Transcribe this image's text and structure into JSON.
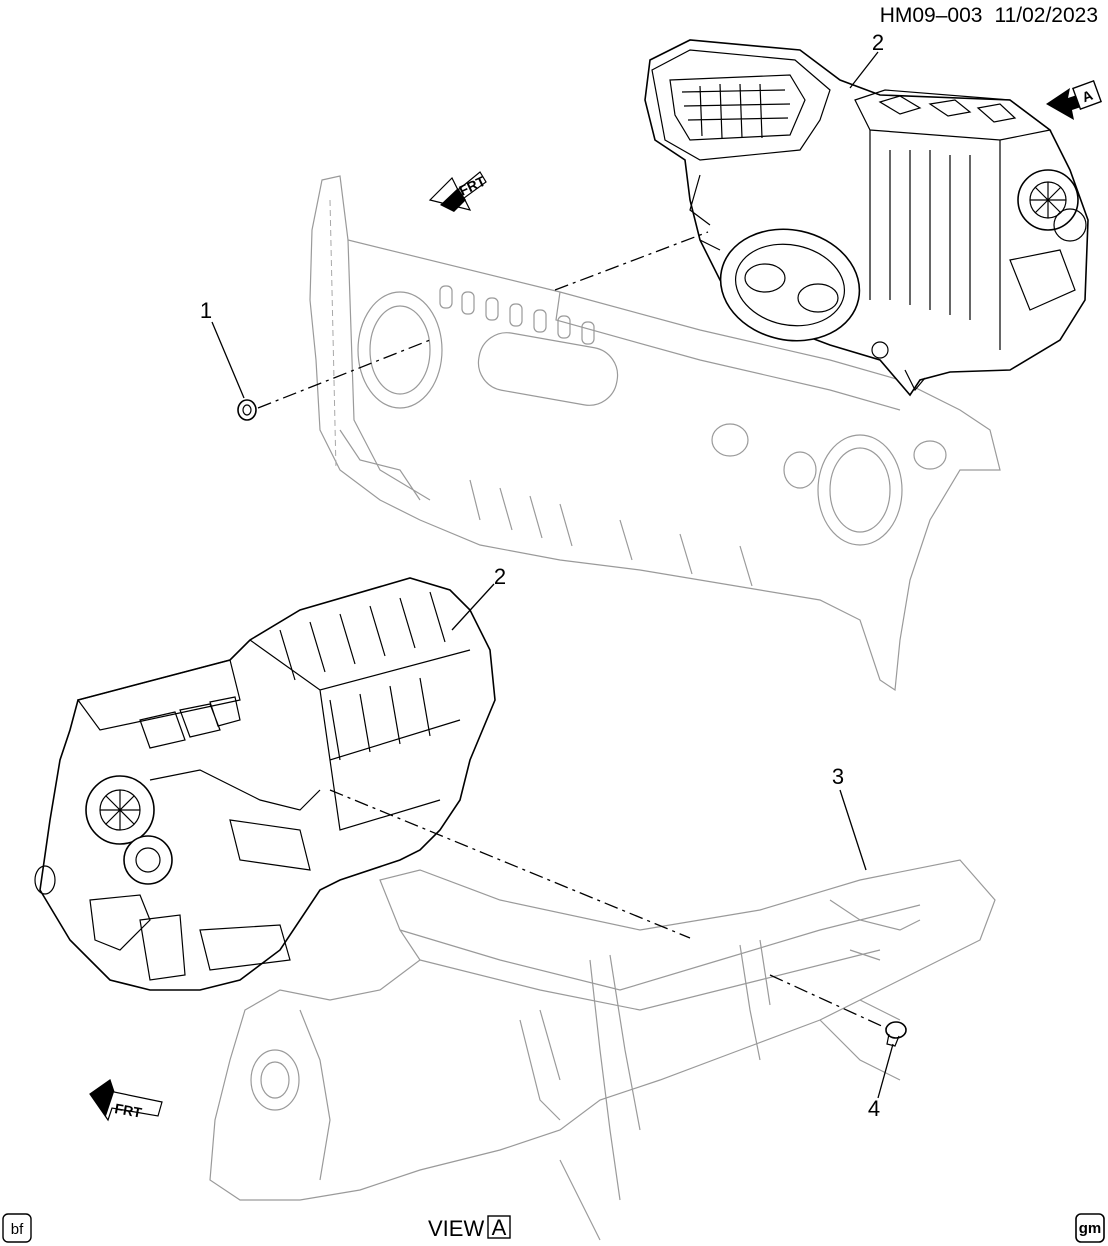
{
  "header": {
    "code": "HM09–003",
    "date": "11/02/2023"
  },
  "callouts": [
    {
      "id": "c1",
      "label": "1"
    },
    {
      "id": "c2a",
      "label": "2"
    },
    {
      "id": "c2b",
      "label": "2"
    },
    {
      "id": "c3",
      "label": "3"
    },
    {
      "id": "c4",
      "label": "4"
    }
  ],
  "orientation": {
    "front_label": "FRT"
  },
  "view": {
    "word": "VIEW",
    "letter": "A",
    "arrow_letter": "A"
  },
  "corners": {
    "left_badge": "bf",
    "right_badge": "gm"
  }
}
